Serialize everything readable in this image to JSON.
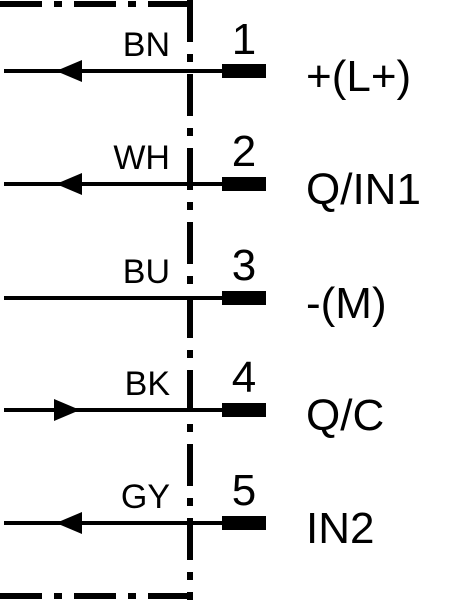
{
  "colors": {
    "line": "#000000",
    "background": "#ffffff"
  },
  "pins": [
    {
      "number": "1",
      "wire": "BN",
      "signal": "+(L+)",
      "arrow": "left"
    },
    {
      "number": "2",
      "wire": "WH",
      "signal": "Q/IN1",
      "arrow": "left"
    },
    {
      "number": "3",
      "wire": "BU",
      "signal": "-(M)",
      "arrow": "none"
    },
    {
      "number": "4",
      "wire": "BK",
      "signal": "Q/C",
      "arrow": "right"
    },
    {
      "number": "5",
      "wire": "GY",
      "signal": "IN2",
      "arrow": "left"
    }
  ]
}
